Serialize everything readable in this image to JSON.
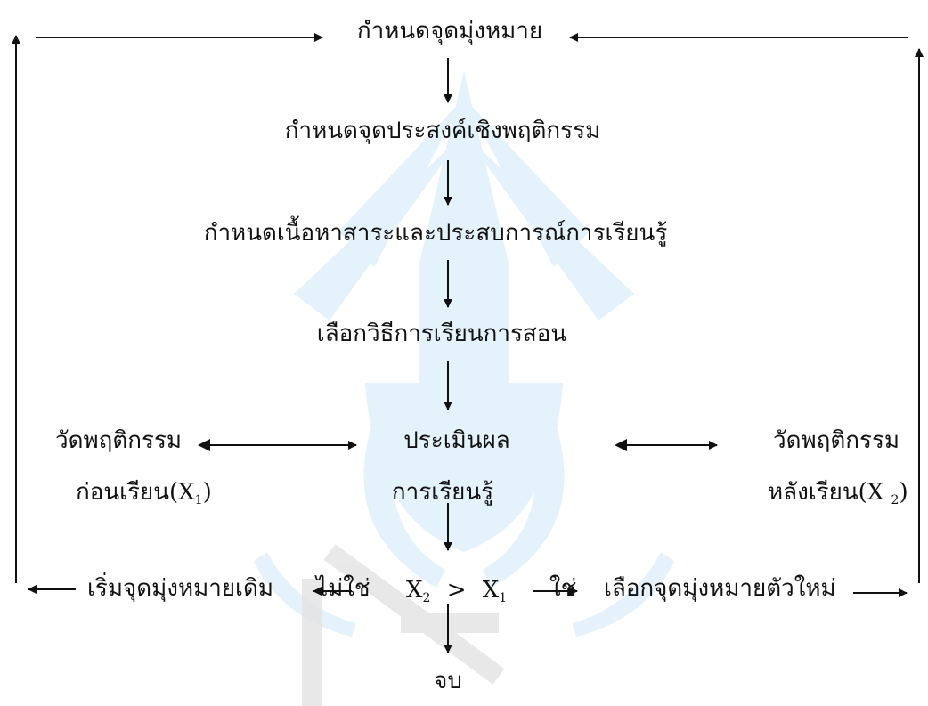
{
  "diagram": {
    "steps": {
      "goal": "กำหนดจุดมุ่งหมาย",
      "objective": "กำหนดจุดประสงค์เชิงพฤติกรรม",
      "content": "กำหนดเนื้อหาสาระและประสบการณ์การเรียนรู้",
      "method": "เลือกวิธีการเรียนการสอน",
      "evaluate_line1": "ประเมินผล",
      "evaluate_line2": "การเรียนรู้",
      "pre_line1": "วัดพฤติกรรม",
      "pre_line2": "ก่อนเรียน(X",
      "pre_sub": "1",
      "pre_close": ")",
      "post_line1": "วัดพฤติกรรม",
      "post_line2": "หลังเรียน(X ",
      "post_sub": "2",
      "post_close": ")",
      "restart": "เริ่มจุดมุ่งหมายเดิม",
      "no": "ไม่ใช่",
      "yes": "ใช่",
      "new_goal": "เลือกจุดมุ่งหมายตัวใหม่",
      "end": "จบ"
    },
    "condition": {
      "x2": "X",
      "x2_sub": "2",
      "op": ">",
      "x1": "X",
      "x1_sub": "1"
    },
    "colors": {
      "text": "#111111",
      "arrow": "#111111",
      "watermark": "#b6dcf5",
      "watermark_gray": "#e6e6e6"
    }
  }
}
